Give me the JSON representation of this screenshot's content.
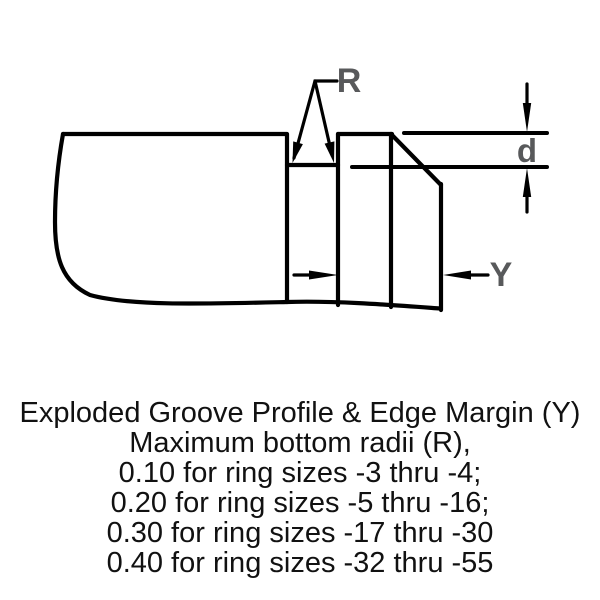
{
  "diagram": {
    "labels": {
      "groove_radius": "R",
      "groove_depth": "d",
      "edge_margin": "Y"
    },
    "colors": {
      "line": "#000000",
      "dim_label": "#58595b",
      "background": "#ffffff",
      "caption_text": "#111111"
    }
  },
  "caption": {
    "lines": [
      "Exploded Groove Profile & Edge Margin (Y)",
      "Maximum bottom radii (R),",
      "0.10 for ring sizes -3 thru -4;",
      "0.20 for ring sizes -5 thru -16;",
      "0.30 for ring sizes -17 thru -30",
      "0.40 for ring sizes -32 thru -55"
    ]
  }
}
